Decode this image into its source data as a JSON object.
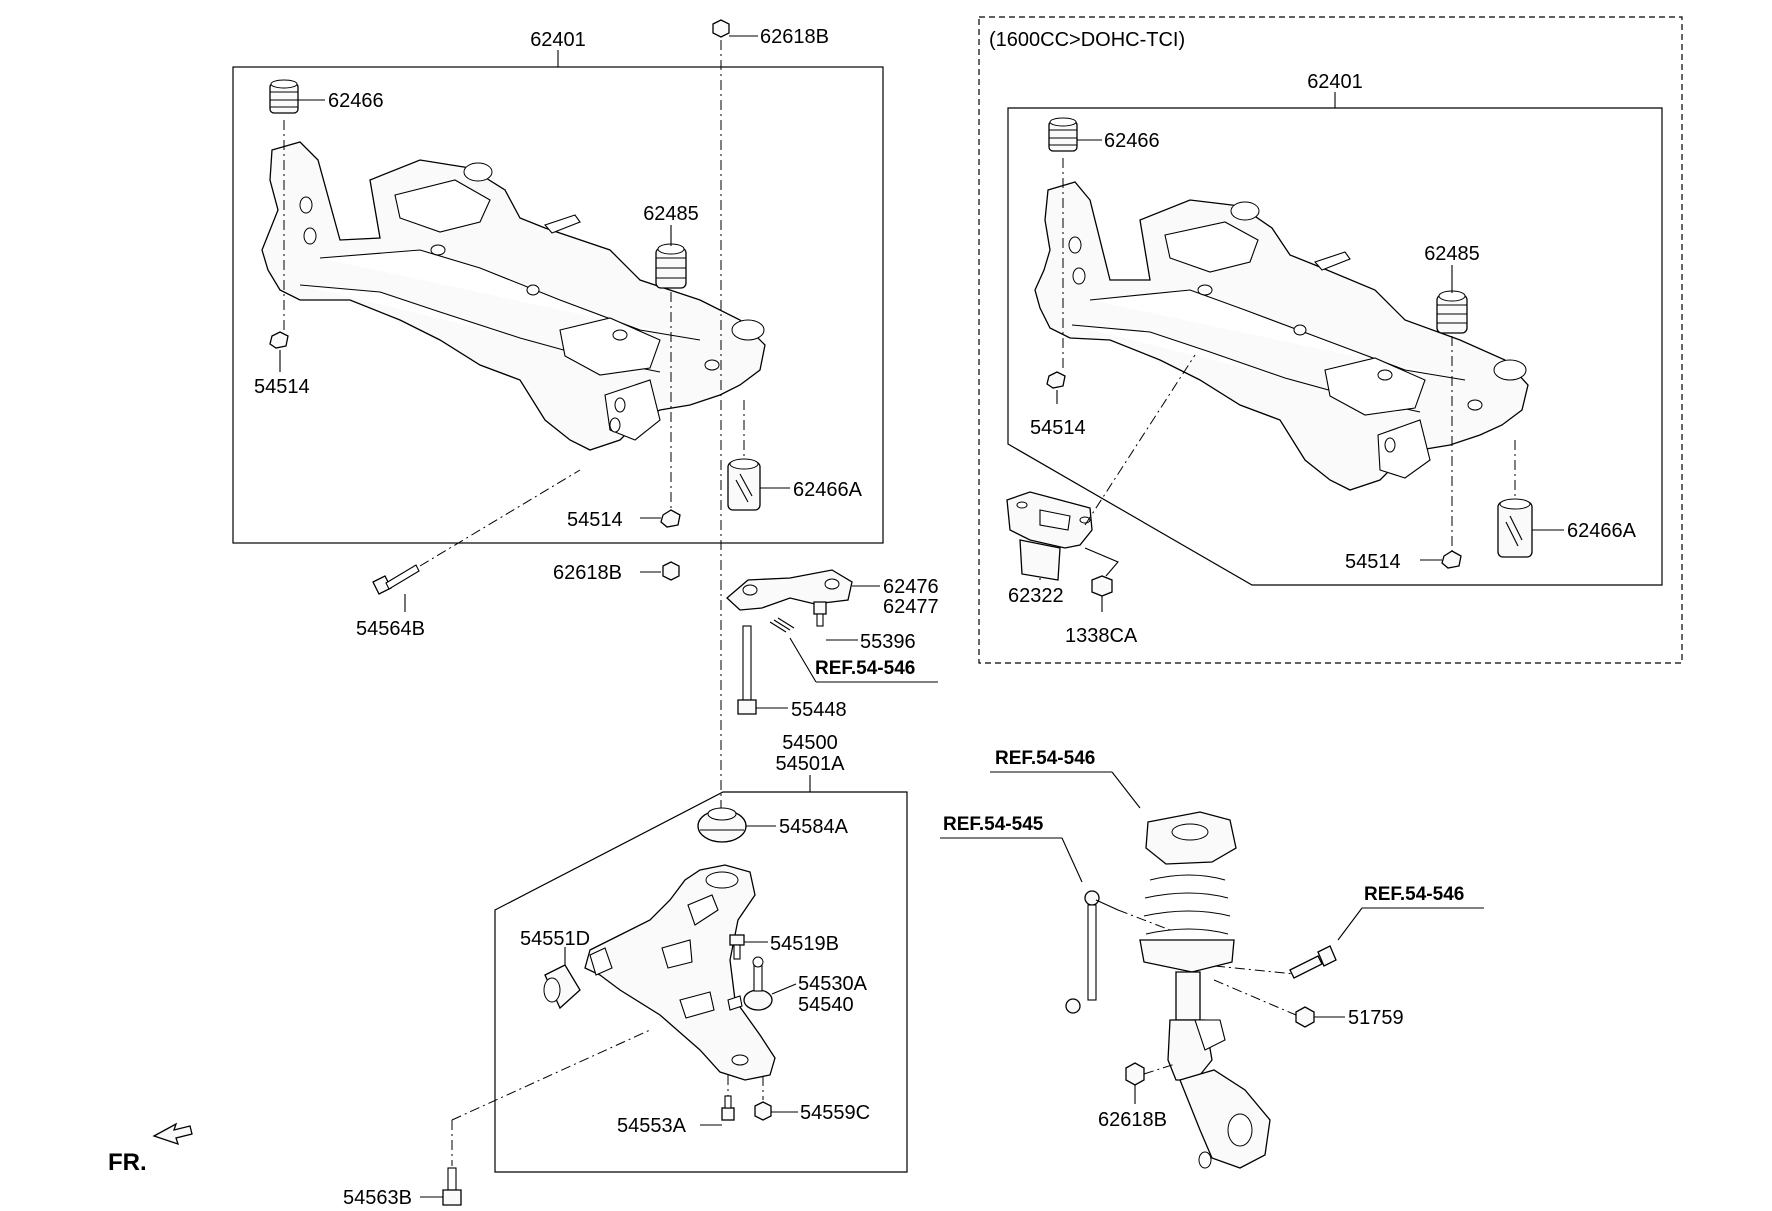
{
  "variant_note": "(1600CC>DOHC-TCI)",
  "labels": {
    "l_62401": "62401",
    "l_62466": "62466",
    "l_62485": "62485",
    "l_54514_a": "54514",
    "l_54514_b": "54514",
    "l_62466a": "62466A",
    "l_62618b_top": "62618B",
    "l_62618b_mid": "62618B",
    "l_54564b": "54564B",
    "l_62476": "62476",
    "l_62477": "62477",
    "l_55396": "55396",
    "l_ref_54546_a": "REF.54-546",
    "l_55448": "55448",
    "l_54500": "54500",
    "l_54501a": "54501A",
    "l_54584a": "54584A",
    "l_54551d": "54551D",
    "l_54519b": "54519B",
    "l_54530a": "54530A",
    "l_54540": "54540",
    "l_54553a": "54553A",
    "l_54559c": "54559C",
    "l_54563b": "54563B",
    "r_62401": "62401",
    "r_62466": "62466",
    "r_62485": "62485",
    "r_54514_a": "54514",
    "r_54514_b": "54514",
    "r_62466a": "62466A",
    "r_62322": "62322",
    "r_1338ca": "1338CA",
    "s_ref_54546_top": "REF.54-546",
    "s_ref_54545": "REF.54-545",
    "s_ref_54546_right": "REF.54-546",
    "s_51759": "51759",
    "s_62618b": "62618B"
  },
  "direction": {
    "text": "FR."
  }
}
